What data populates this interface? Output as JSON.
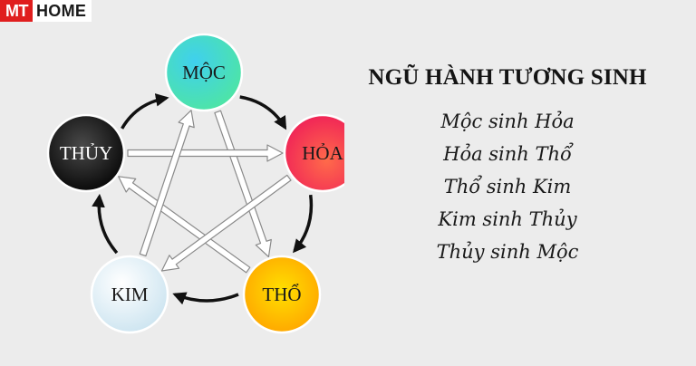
{
  "brand": {
    "logo_part1": "MT",
    "logo_part2": "HOME",
    "accent_color": "#e01e1e"
  },
  "diagram": {
    "nodes": [
      {
        "id": "moc",
        "label": "MỘC",
        "color": "#43dcc3",
        "text_color": "#1a1a1a"
      },
      {
        "id": "hoa",
        "label": "HỎA",
        "color": "#f0244a",
        "text_color": "#1a1a1a"
      },
      {
        "id": "tho",
        "label": "THỔ",
        "color": "#ffc600",
        "text_color": "#1a1a1a"
      },
      {
        "id": "kim",
        "label": "KIM",
        "color": "#f2f7fa",
        "text_color": "#1a1a1a"
      },
      {
        "id": "thuy",
        "label": "THỦY",
        "color": "#111111",
        "text_color": "#ffffff"
      }
    ],
    "cycle_arrows": [
      {
        "from": "moc",
        "to": "hoa"
      },
      {
        "from": "hoa",
        "to": "tho"
      },
      {
        "from": "tho",
        "to": "kim"
      },
      {
        "from": "kim",
        "to": "thuy"
      },
      {
        "from": "thuy",
        "to": "moc"
      }
    ],
    "star_arrows": [
      {
        "from": "moc",
        "to": "tho"
      },
      {
        "from": "tho",
        "to": "thuy"
      },
      {
        "from": "thuy",
        "to": "hoa"
      },
      {
        "from": "hoa",
        "to": "kim"
      },
      {
        "from": "kim",
        "to": "moc"
      }
    ]
  },
  "panel": {
    "title": "NGŨ HÀNH TƯƠNG SINH",
    "rules": [
      "Mộc sinh Hỏa",
      "Hỏa sinh Thổ",
      "Thổ sinh Kim",
      "Kim sinh Thủy",
      "Thủy sinh Mộc"
    ]
  }
}
